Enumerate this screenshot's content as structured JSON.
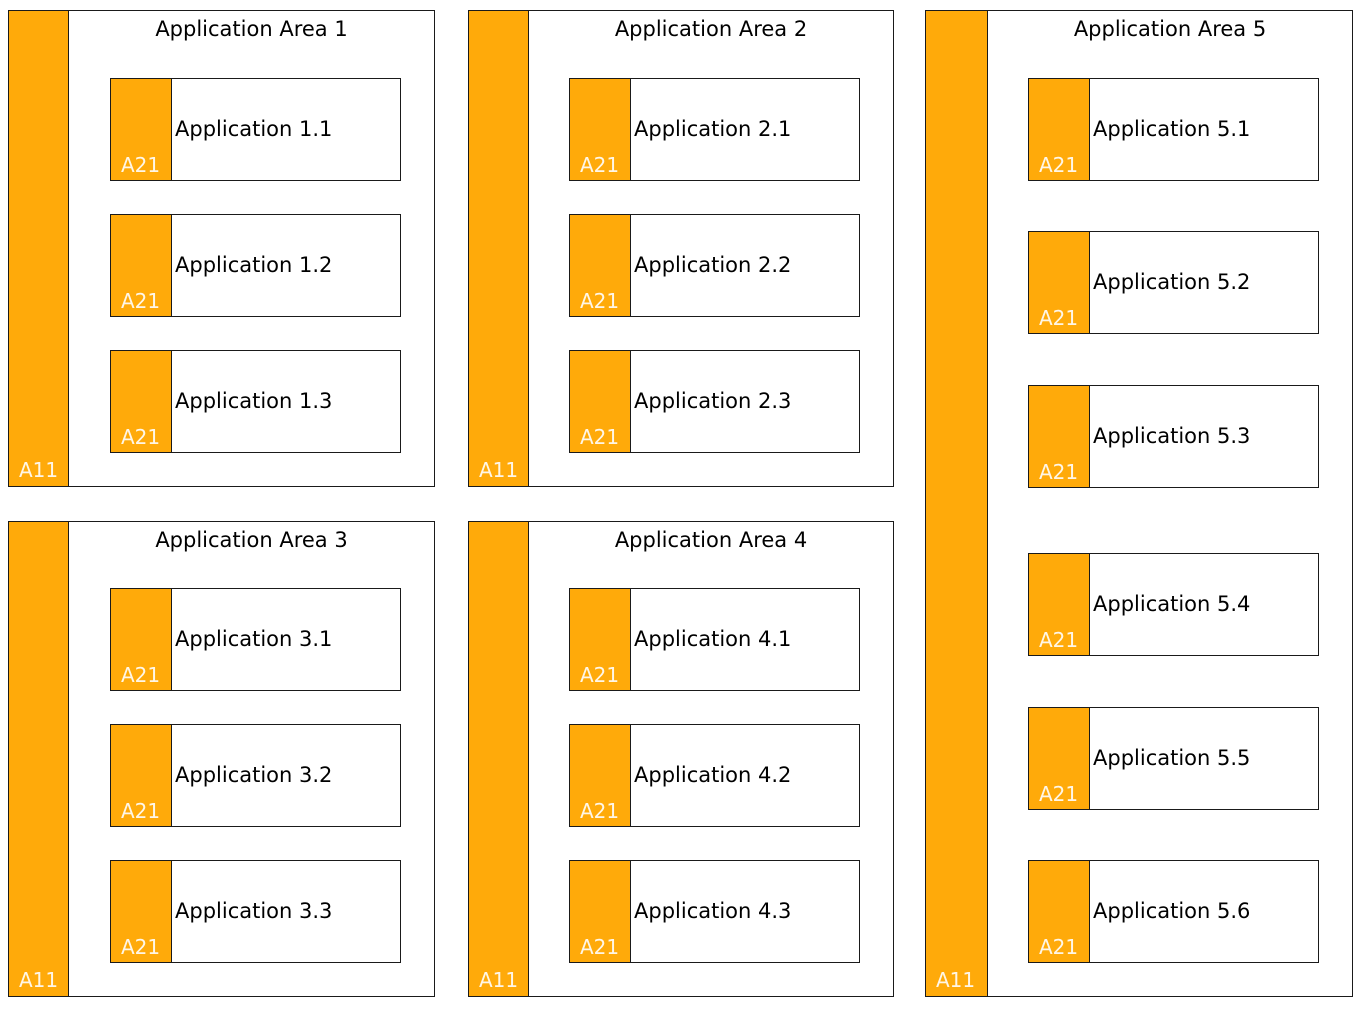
{
  "colors": {
    "accent": "#FFAA0A",
    "border": "#1A1A1A",
    "code_text": "#FFFFFF"
  },
  "areas": [
    {
      "title": "Application Area 1",
      "code": "A11",
      "apps": [
        {
          "label": "Application 1.1",
          "code": "A21"
        },
        {
          "label": "Application 1.2",
          "code": "A21"
        },
        {
          "label": "Application 1.3",
          "code": "A21"
        }
      ]
    },
    {
      "title": "Application Area 2",
      "code": "A11",
      "apps": [
        {
          "label": "Application 2.1",
          "code": "A21"
        },
        {
          "label": "Application 2.2",
          "code": "A21"
        },
        {
          "label": "Application 2.3",
          "code": "A21"
        }
      ]
    },
    {
      "title": "Application Area 3",
      "code": "A11",
      "apps": [
        {
          "label": "Application 3.1",
          "code": "A21"
        },
        {
          "label": "Application 3.2",
          "code": "A21"
        },
        {
          "label": "Application 3.3",
          "code": "A21"
        }
      ]
    },
    {
      "title": "Application Area 4",
      "code": "A11",
      "apps": [
        {
          "label": "Application 4.1",
          "code": "A21"
        },
        {
          "label": "Application 4.2",
          "code": "A21"
        },
        {
          "label": "Application 4.3",
          "code": "A21"
        }
      ]
    },
    {
      "title": "Application Area 5",
      "code": "A11",
      "apps": [
        {
          "label": "Application 5.1",
          "code": "A21"
        },
        {
          "label": "Application 5.2",
          "code": "A21"
        },
        {
          "label": "Application 5.3",
          "code": "A21"
        },
        {
          "label": "Application 5.4",
          "code": "A21"
        },
        {
          "label": "Application 5.5",
          "code": "A21"
        },
        {
          "label": "Application 5.6",
          "code": "A21"
        }
      ]
    }
  ]
}
